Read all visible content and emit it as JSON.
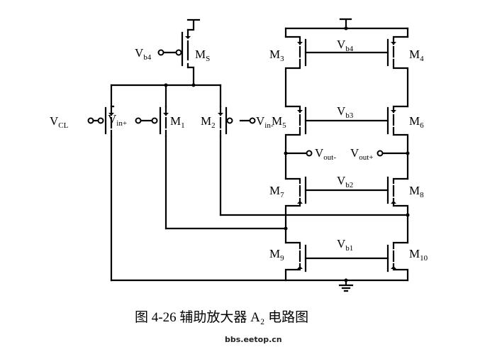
{
  "labels": {
    "vb4_left": {
      "main": "V",
      "sub": "b4"
    },
    "ms": {
      "main": "M",
      "sub": "S"
    },
    "vcl": {
      "main": "V",
      "sub": "CL"
    },
    "vin_plus": {
      "main": "V",
      "sub": "in+"
    },
    "m1": {
      "main": "M",
      "sub": "1"
    },
    "m2": {
      "main": "M",
      "sub": "2"
    },
    "vin_minus": {
      "main": "V",
      "sub": "in-"
    },
    "m3": {
      "main": "M",
      "sub": "3"
    },
    "m4": {
      "main": "M",
      "sub": "4"
    },
    "vb4_top": {
      "main": "V",
      "sub": "b4"
    },
    "m5": {
      "main": "M",
      "sub": "5"
    },
    "m6": {
      "main": "M",
      "sub": "6"
    },
    "vb3": {
      "main": "V",
      "sub": "b3"
    },
    "vout_minus": {
      "main": "V",
      "sub": "out-"
    },
    "vout_plus": {
      "main": "V",
      "sub": "out+"
    },
    "m7": {
      "main": "M",
      "sub": "7"
    },
    "m8": {
      "main": "M",
      "sub": "8"
    },
    "vb2": {
      "main": "V",
      "sub": "b2"
    },
    "m9": {
      "main": "M",
      "sub": "9"
    },
    "m10": {
      "main": "M",
      "sub": "10"
    },
    "vb1": {
      "main": "V",
      "sub": "b1"
    }
  },
  "caption": "图 4-26 辅助放大器 A₂ 电路图",
  "watermark": "bbs.eetop.cn"
}
